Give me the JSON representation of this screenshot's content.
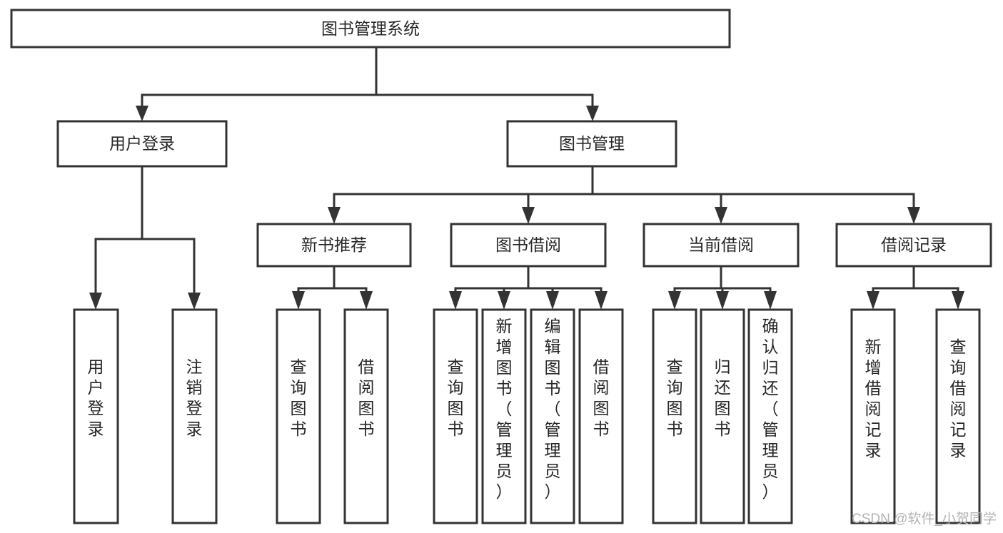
{
  "diagram": {
    "title": "图书管理系统",
    "type": "tree-hierarchy-chart",
    "orientation": "top-down",
    "colors": {
      "box_stroke": "#333333",
      "box_fill": "#ffffff",
      "text": "#262626",
      "connector": "#333333",
      "watermark": "#b3b3b3",
      "background": "#ffffff"
    },
    "levels": [
      {
        "level": 1,
        "nodes": [
          {
            "id": "root",
            "label": "图书管理系统",
            "text_orientation": "horizontal"
          }
        ]
      },
      {
        "level": 2,
        "nodes": [
          {
            "id": "login",
            "label": "用户登录",
            "text_orientation": "horizontal",
            "parent": "root"
          },
          {
            "id": "bookmgmt",
            "label": "图书管理",
            "text_orientation": "horizontal",
            "parent": "root"
          }
        ]
      },
      {
        "level": 3,
        "nodes": [
          {
            "id": "newbook",
            "label": "新书推荐",
            "text_orientation": "horizontal",
            "parent": "bookmgmt"
          },
          {
            "id": "borrow",
            "label": "图书借阅",
            "text_orientation": "horizontal",
            "parent": "bookmgmt"
          },
          {
            "id": "current",
            "label": "当前借阅",
            "text_orientation": "horizontal",
            "parent": "bookmgmt"
          },
          {
            "id": "record",
            "label": "借阅记录",
            "text_orientation": "horizontal",
            "parent": "bookmgmt"
          }
        ]
      },
      {
        "level": 4,
        "nodes": [
          {
            "id": "leaf-1",
            "label": "用户登录",
            "text_orientation": "vertical",
            "parent": "login"
          },
          {
            "id": "leaf-2",
            "label": "注销登录",
            "text_orientation": "vertical",
            "parent": "login"
          },
          {
            "id": "leaf-3",
            "label": "查询图书",
            "text_orientation": "vertical",
            "parent": "newbook"
          },
          {
            "id": "leaf-4",
            "label": "借阅图书",
            "text_orientation": "vertical",
            "parent": "newbook"
          },
          {
            "id": "leaf-5",
            "label": "查询图书",
            "text_orientation": "vertical",
            "parent": "borrow"
          },
          {
            "id": "leaf-6",
            "label": "新增图书（管理员）",
            "text_orientation": "vertical",
            "parent": "borrow"
          },
          {
            "id": "leaf-7",
            "label": "编辑图书（管理员）",
            "text_orientation": "vertical",
            "parent": "borrow"
          },
          {
            "id": "leaf-8",
            "label": "借阅图书",
            "text_orientation": "vertical",
            "parent": "borrow"
          },
          {
            "id": "leaf-9",
            "label": "查询图书",
            "text_orientation": "vertical",
            "parent": "current"
          },
          {
            "id": "leaf-10",
            "label": "归还图书",
            "text_orientation": "vertical",
            "parent": "current"
          },
          {
            "id": "leaf-11",
            "label": "确认归还（管理员）",
            "text_orientation": "vertical",
            "parent": "current"
          },
          {
            "id": "leaf-12",
            "label": "新增借阅记录",
            "text_orientation": "vertical",
            "parent": "record"
          },
          {
            "id": "leaf-13",
            "label": "查询借阅记录",
            "text_orientation": "vertical",
            "parent": "record"
          }
        ]
      }
    ]
  },
  "watermark": {
    "text": "CSDN @软件_小贺同学"
  }
}
